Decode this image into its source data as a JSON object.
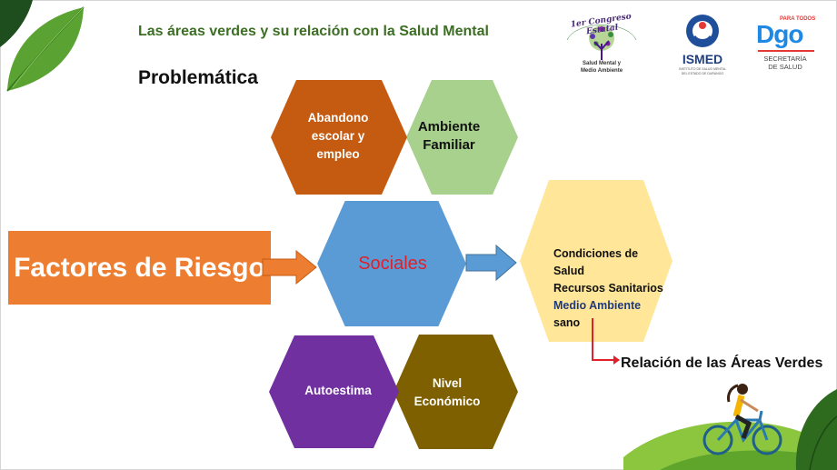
{
  "slide": {
    "title": "Las áreas verdes y su relación con la Salud Mental",
    "subtitle": "Problemática"
  },
  "logos": {
    "congreso": {
      "line1": "1er Congreso Estatal",
      "line2": "Salud Mental y",
      "line3": "Medio Ambiente"
    },
    "ismed": {
      "name": "ISMED",
      "caption1": "INSTITUTO DE SALUD MENTAL",
      "caption2": "DEL ESTADO DE DURANGO"
    },
    "dgo": {
      "tagline": "PARA TODOS",
      "mark": "Dgo",
      "caption1": "SECRETARÍA",
      "caption2": "DE SALUD"
    }
  },
  "diagram": {
    "factores": "Factores de Riesgo",
    "sociales": "Sociales",
    "abandono": "Abandono escolar y empleo",
    "ambiente": "Ambiente Familiar",
    "autoestima": "Autoestima",
    "nivel": "Nivel Económico",
    "condiciones": {
      "line1": "Condiciones de",
      "line2": "Salud",
      "line3": "Recursos Sanitarios",
      "line4": "Medio Ambiente",
      "line5": "sano"
    },
    "relacion": "Relación de las Áreas Verdes"
  },
  "colors": {
    "orange": "#ed7d31",
    "dark_orange": "#c55a11",
    "light_green": "#a9d18e",
    "blue": "#5b9bd5",
    "pale_yellow": "#ffe699",
    "purple": "#7030a0",
    "brown": "#7f6000",
    "red_text": "#e0202a",
    "title_green": "#3c6e23"
  }
}
